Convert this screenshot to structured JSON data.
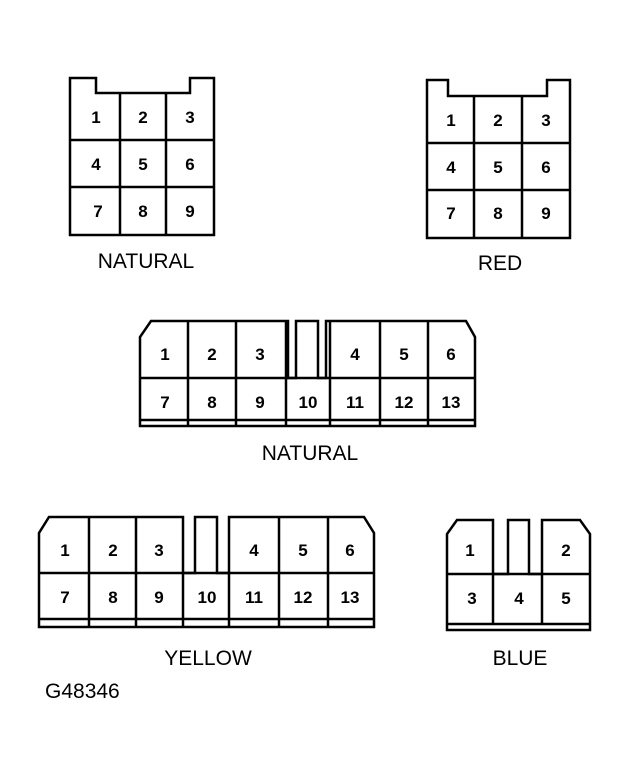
{
  "connectors": [
    {
      "color_label": "NATURAL",
      "pins": [
        "1",
        "2",
        "3",
        "4",
        "5",
        "6",
        "7",
        "8",
        "9"
      ]
    },
    {
      "color_label": "RED",
      "pins": [
        "1",
        "2",
        "3",
        "4",
        "5",
        "6",
        "7",
        "8",
        "9"
      ]
    },
    {
      "color_label": "NATURAL",
      "pins": [
        "1",
        "2",
        "3",
        "4",
        "5",
        "6",
        "7",
        "8",
        "9",
        "10",
        "11",
        "12",
        "13"
      ]
    },
    {
      "color_label": "YELLOW",
      "pins": [
        "1",
        "2",
        "3",
        "4",
        "5",
        "6",
        "7",
        "8",
        "9",
        "10",
        "11",
        "12",
        "13"
      ]
    },
    {
      "color_label": "BLUE",
      "pins": [
        "1",
        "2",
        "3",
        "4",
        "5"
      ]
    }
  ],
  "figure_id": "G48346"
}
